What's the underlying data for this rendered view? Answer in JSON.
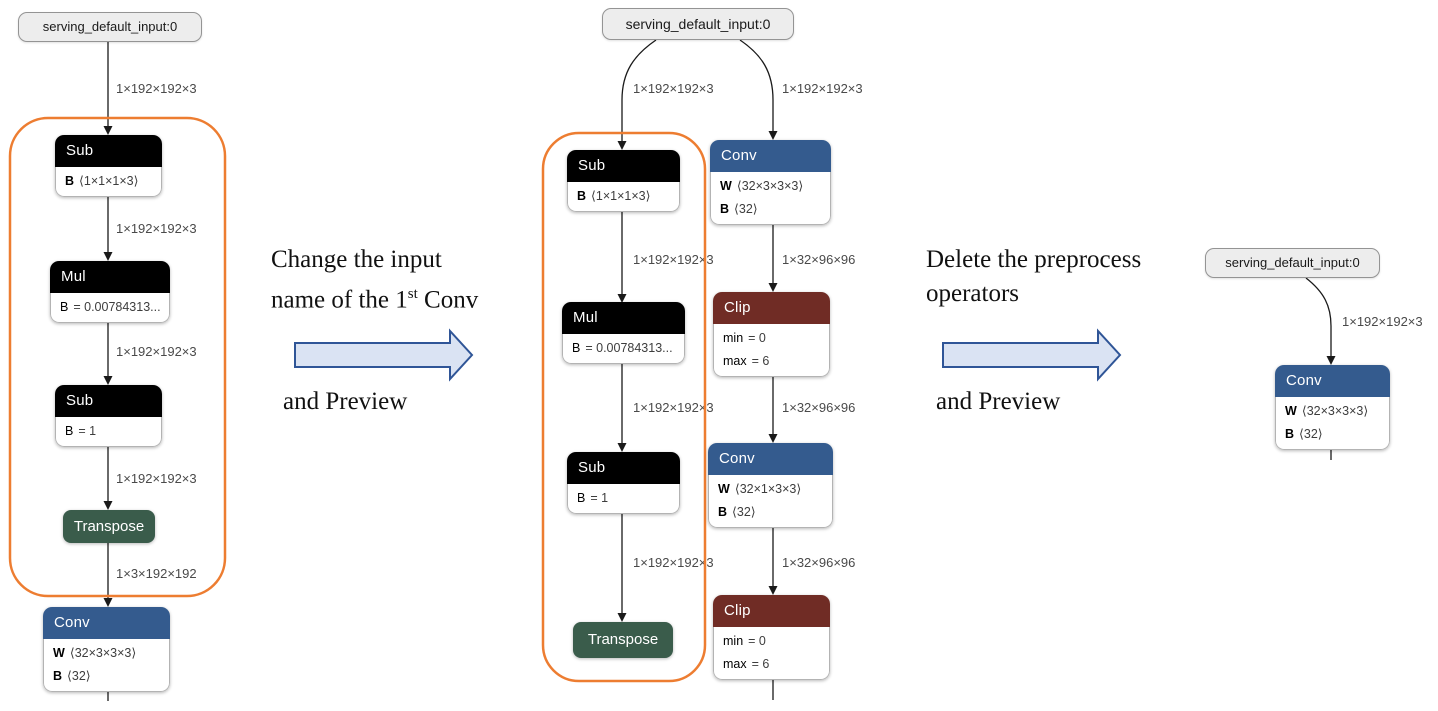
{
  "colors": {
    "conv_header": "#345b8e",
    "clip_header": "#702c25",
    "transpose_bg": "#3a5c4b",
    "submul_header": "#000000",
    "highlight_orange": "#ed7d31",
    "big_arrow_fill": "#dae3f3",
    "big_arrow_stroke": "#2f5597",
    "edge_stroke": "#1a1a1a"
  },
  "left": {
    "input": "serving_default_input:0",
    "labels": [
      "1×192×192×3",
      "1×192×192×3",
      "1×192×192×3",
      "1×192×192×3",
      "1×3×192×192"
    ],
    "sub1": {
      "title": "Sub",
      "attrs": [
        {
          "k": "B",
          "v": "⟨1×1×1×3⟩"
        }
      ]
    },
    "mul": {
      "title": "Mul",
      "attrs": [
        {
          "k": "B",
          "v": "= 0.00784313..."
        }
      ]
    },
    "sub2": {
      "title": "Sub",
      "attrs": [
        {
          "k": "B",
          "v": "= 1"
        }
      ]
    },
    "transpose": {
      "title": "Transpose"
    },
    "conv": {
      "title": "Conv",
      "attrs": [
        {
          "k": "W",
          "v": "⟨32×3×3×3⟩"
        },
        {
          "k": "B",
          "v": "⟨32⟩"
        }
      ]
    }
  },
  "middle": {
    "input": "serving_default_input:0",
    "labels_left": [
      "1×192×192×3",
      "1×192×192×3",
      "1×192×192×3",
      "1×192×192×3"
    ],
    "labels_right": [
      "1×192×192×3",
      "1×32×96×96",
      "1×32×96×96",
      "1×32×96×96"
    ],
    "sub1": {
      "title": "Sub",
      "attrs": [
        {
          "k": "B",
          "v": "⟨1×1×1×3⟩"
        }
      ]
    },
    "mul": {
      "title": "Mul",
      "attrs": [
        {
          "k": "B",
          "v": "= 0.00784313..."
        }
      ]
    },
    "sub2": {
      "title": "Sub",
      "attrs": [
        {
          "k": "B",
          "v": "= 1"
        }
      ]
    },
    "transpose": {
      "title": "Transpose"
    },
    "conv1": {
      "title": "Conv",
      "attrs": [
        {
          "k": "W",
          "v": "⟨32×3×3×3⟩"
        },
        {
          "k": "B",
          "v": "⟨32⟩"
        }
      ]
    },
    "clip1": {
      "title": "Clip",
      "attrs": [
        {
          "k": "min",
          "v": "= 0"
        },
        {
          "k": "max",
          "v": "= 6"
        }
      ]
    },
    "conv2": {
      "title": "Conv",
      "attrs": [
        {
          "k": "W",
          "v": "⟨32×1×3×3⟩"
        },
        {
          "k": "B",
          "v": "⟨32⟩"
        }
      ]
    },
    "clip2": {
      "title": "Clip",
      "attrs": [
        {
          "k": "min",
          "v": "= 0"
        },
        {
          "k": "max",
          "v": "= 6"
        }
      ]
    }
  },
  "right": {
    "input": "serving_default_input:0",
    "label": "1×192×192×3",
    "conv": {
      "title": "Conv",
      "attrs": [
        {
          "k": "W",
          "v": "⟨32×3×3×3⟩"
        },
        {
          "k": "B",
          "v": "⟨32⟩"
        }
      ]
    }
  },
  "annotation1": {
    "line1": "Change the input",
    "line2_pre": "name of the 1",
    "line2_sup": "st",
    "line2_post": " Conv",
    "preview": "and Preview"
  },
  "annotation2": {
    "line1": "Delete the preprocess",
    "line2": "operators",
    "preview": "and Preview"
  }
}
